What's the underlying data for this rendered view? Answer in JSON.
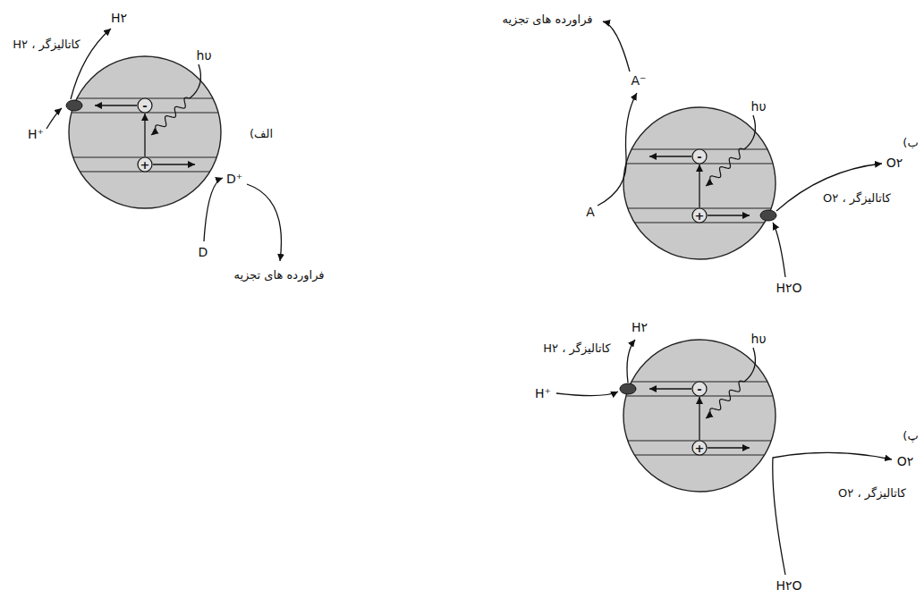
{
  "diagram": {
    "labels": [
      "H۲",
      "کاتالیزگر ، H۲",
      "hυ",
      "-",
      "H⁺",
      "+",
      "D⁺",
      "D",
      "فراورده های تجزیه",
      "الف)",
      "فراورده های تجزیه",
      "A⁻",
      "A",
      "hυ",
      "-",
      "+",
      "O۲",
      "کاتالیزگر ، O۲",
      "H۲O",
      "ب)",
      "H۲",
      "کاتالیزگر ، H۲",
      "H⁺",
      "hυ",
      "-",
      "+",
      "O۲",
      "کاتالیزگر ، O۲",
      "H۲O",
      "پ)"
    ]
  }
}
